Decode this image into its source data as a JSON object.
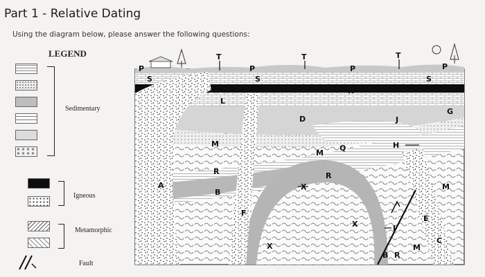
{
  "header": {
    "title": "Part 1 - Relative Dating",
    "subtitle": "Using the diagram below, please answer the following questions:"
  },
  "legend": {
    "title": "LEGEND",
    "groups": [
      {
        "label": "Sedimentary"
      },
      {
        "label": "Igneous"
      },
      {
        "label": "Metamorphic"
      },
      {
        "label": "Fault"
      }
    ]
  },
  "diagram": {
    "labels": {
      "P": "P",
      "S": "S",
      "T": "T",
      "L": "L",
      "M": "M",
      "R": "R",
      "B": "B",
      "A": "A",
      "F": "F",
      "X": "X",
      "D": "D",
      "N": "N",
      "Q": "Q",
      "J": "J",
      "H": "H",
      "G": "G",
      "I": "I",
      "E": "E",
      "C": "C"
    }
  }
}
